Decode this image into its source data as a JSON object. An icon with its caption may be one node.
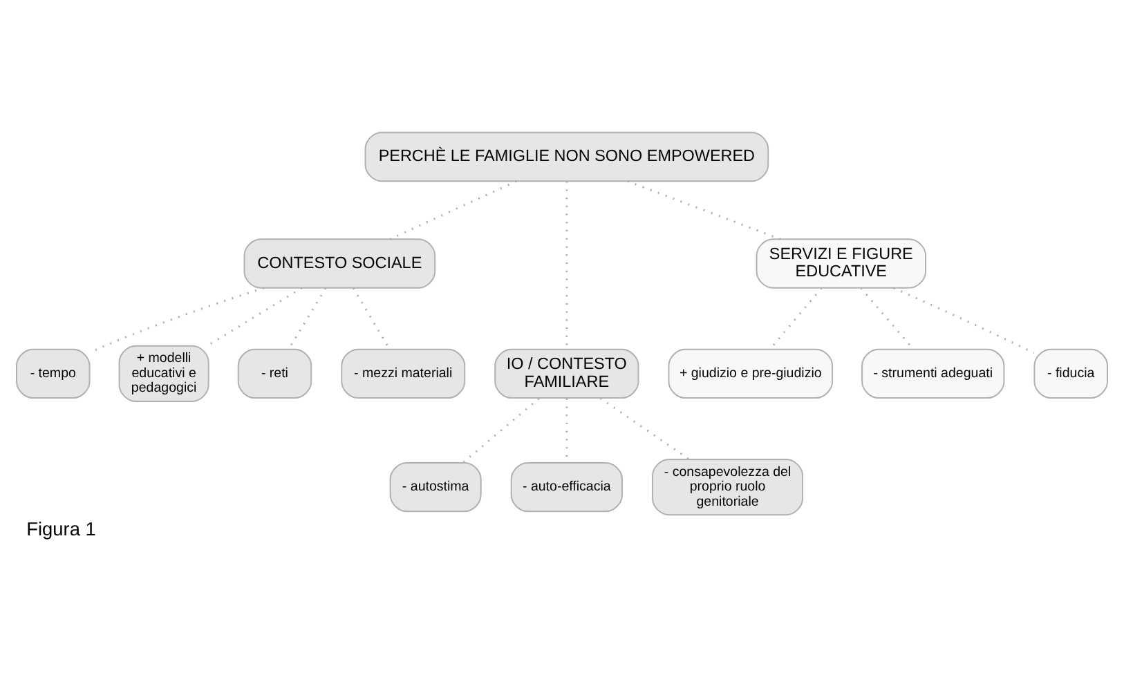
{
  "diagram": {
    "caption": "Figura 1",
    "nodes": [
      {
        "text": [
          "PERCHÈ LE FAMIGLIE NON SONO EMPOWERED"
        ]
      },
      {
        "text": [
          "CONTESTO SOCIALE"
        ]
      },
      {
        "text": [
          "SERVIZI E FIGURE EDUCATIVE"
        ]
      },
      {
        "text": [
          "- tempo"
        ]
      },
      {
        "text": [
          "+ modelli educativi e pedagogici"
        ]
      },
      {
        "text": [
          "- reti"
        ]
      },
      {
        "text": [
          "- mezzi materiali"
        ]
      },
      {
        "text": [
          "+ giudizio e pre-giudizio"
        ]
      },
      {
        "text": [
          "- strumenti adeguati"
        ]
      },
      {
        "text": [
          "- fiducia"
        ]
      },
      {
        "text": [
          "IO / CONTESTO FAMILIARE"
        ]
      },
      {
        "text": [
          "- autostima"
        ]
      },
      {
        "text": [
          "- auto-efficacia"
        ]
      },
      {
        "text": [
          "- consapevolezza del proprio ruolo genitoriale"
        ]
      }
    ],
    "edges": [
      {
        "from": 0,
        "to": 1,
        "arrow": "none"
      },
      {
        "from": 0,
        "to": 10,
        "arrow": "none"
      },
      {
        "from": 0,
        "to": 2,
        "arrow": "none"
      },
      {
        "from": 1,
        "to": 3,
        "arrow": "none"
      },
      {
        "from": 1,
        "to": 4,
        "arrow": "none"
      },
      {
        "from": 1,
        "to": 5,
        "arrow": "none"
      },
      {
        "from": 1,
        "to": 6,
        "arrow": "none"
      },
      {
        "from": 2,
        "to": 7,
        "arrow": "none"
      },
      {
        "from": 2,
        "to": 8,
        "arrow": "none"
      },
      {
        "from": 2,
        "to": 9,
        "arrow": "none"
      },
      {
        "from": 10,
        "to": 11,
        "arrow": "none"
      },
      {
        "from": 10,
        "to": 12,
        "arrow": "none"
      },
      {
        "from": 10,
        "to": 13,
        "arrow": "none"
      }
    ]
  }
}
